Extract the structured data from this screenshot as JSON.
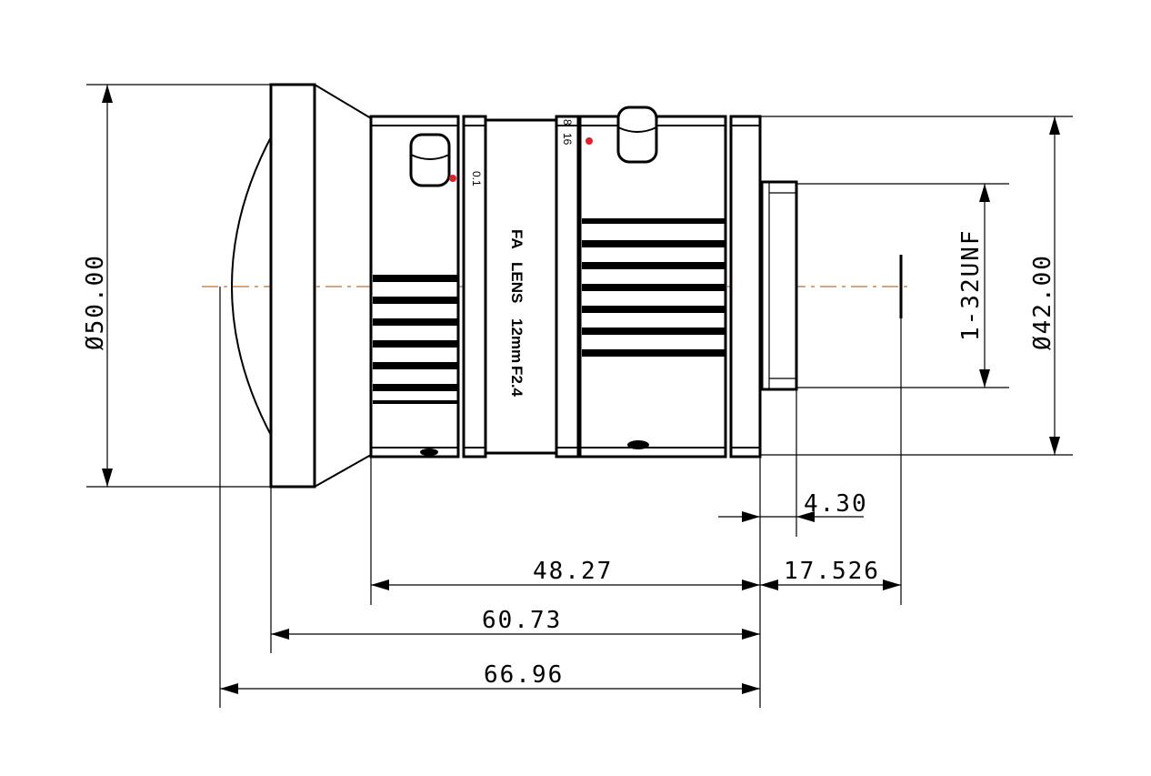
{
  "drawing": {
    "dimensions": {
      "diameter_front": "Ø50.00",
      "diameter_body": "Ø42.00",
      "thread": "1-32UNF",
      "flange_thread": "4.30",
      "back_focus": "17.526",
      "body_length": "48.27",
      "length_no_dome": "60.73",
      "total_length": "66.96"
    },
    "engraving": {
      "line1": "FA",
      "line2": "LENS",
      "line3": "12mm",
      "line4": "F2.4"
    },
    "ring_scales": {
      "focus_mark": "0.1",
      "iris_mark_a": "8",
      "iris_mark_b": "16"
    },
    "colors": {
      "outline": "#000000",
      "axis": "#c8885a",
      "index_dot": "#e0202a"
    }
  }
}
